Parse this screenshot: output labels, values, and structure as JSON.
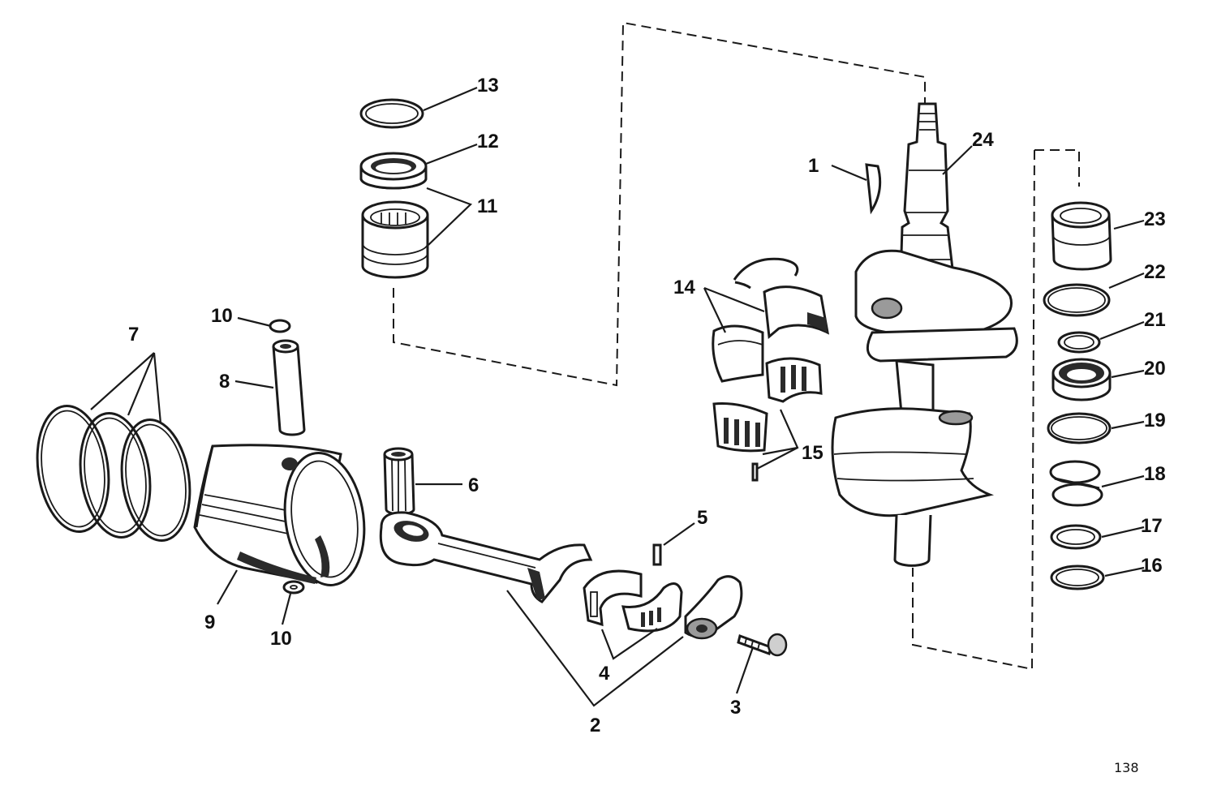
{
  "labels": {
    "l1": "1",
    "l2": "2",
    "l3": "3",
    "l4": "4",
    "l5": "5",
    "l6": "6",
    "l7": "7",
    "l8": "8",
    "l9": "9",
    "l10a": "10",
    "l10b": "10",
    "l11": "11",
    "l12": "12",
    "l13": "13",
    "l14": "14",
    "l15": "15",
    "l16": "16",
    "l17": "17",
    "l18": "18",
    "l19": "19",
    "l20": "20",
    "l21": "21",
    "l22": "22",
    "l23": "23",
    "l24": "24"
  },
  "figure_number": "138"
}
